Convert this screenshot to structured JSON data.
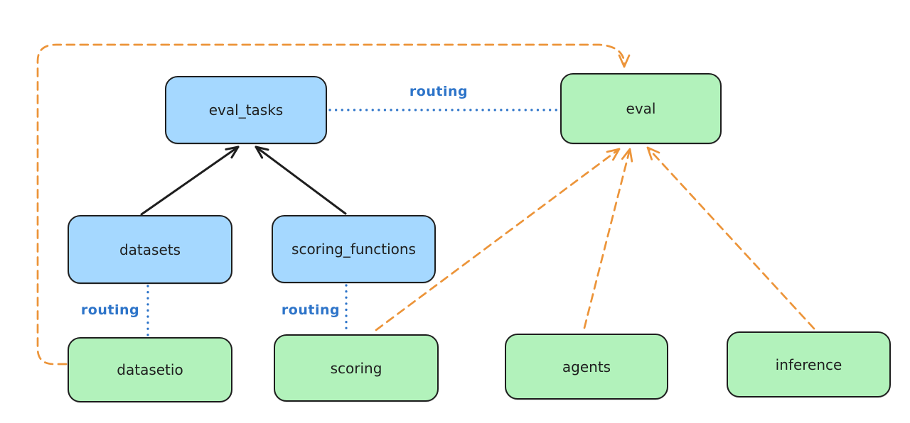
{
  "diagram": {
    "background": "#ffffff",
    "colors": {
      "node_blue_fill": "#a5d8ff",
      "node_green_fill": "#b2f2bb",
      "node_border": "#1e1e1e",
      "routing_line_blue": "#2d74c9",
      "dashed_line_orange": "#ec9439",
      "solid_arrow_black": "#1e1e1e"
    },
    "nodes": [
      {
        "id": "eval_tasks",
        "label": "eval_tasks",
        "color": "blue"
      },
      {
        "id": "eval",
        "label": "eval",
        "color": "green"
      },
      {
        "id": "datasets",
        "label": "datasets",
        "color": "blue"
      },
      {
        "id": "scoring_functions",
        "label": "scoring_functions",
        "color": "blue"
      },
      {
        "id": "datasetio",
        "label": "datasetio",
        "color": "green"
      },
      {
        "id": "scoring",
        "label": "scoring",
        "color": "green"
      },
      {
        "id": "agents",
        "label": "agents",
        "color": "green"
      },
      {
        "id": "inference",
        "label": "inference",
        "color": "green"
      }
    ],
    "edges": [
      {
        "from": "datasets",
        "to": "eval_tasks",
        "style": "solid",
        "color": "black",
        "arrow": true,
        "label": ""
      },
      {
        "from": "scoring_functions",
        "to": "eval_tasks",
        "style": "solid",
        "color": "black",
        "arrow": true,
        "label": ""
      },
      {
        "from": "eval_tasks",
        "to": "eval",
        "style": "dotted",
        "color": "blue",
        "arrow": false,
        "label": "routing"
      },
      {
        "from": "datasets",
        "to": "datasetio",
        "style": "dotted",
        "color": "blue",
        "arrow": false,
        "label": "routing"
      },
      {
        "from": "scoring_functions",
        "to": "scoring",
        "style": "dotted",
        "color": "blue",
        "arrow": false,
        "label": "routing"
      },
      {
        "from": "scoring",
        "to": "eval",
        "style": "dashed",
        "color": "orange",
        "arrow": true,
        "label": ""
      },
      {
        "from": "agents",
        "to": "eval",
        "style": "dashed",
        "color": "orange",
        "arrow": true,
        "label": ""
      },
      {
        "from": "inference",
        "to": "eval",
        "style": "dashed",
        "color": "orange",
        "arrow": true,
        "label": ""
      },
      {
        "from": "datasetio",
        "to": "eval",
        "style": "dashed",
        "color": "orange",
        "arrow": true,
        "route": "around-left-and-top",
        "label": ""
      }
    ]
  }
}
